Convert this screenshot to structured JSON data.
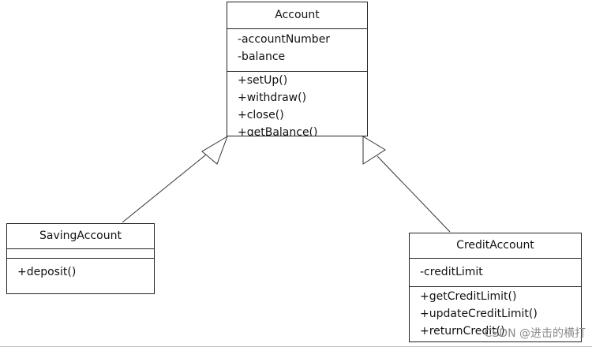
{
  "diagram": {
    "classes": [
      {
        "id": "account",
        "name": "Account",
        "attributes": [
          "-accountNumber",
          "-balance"
        ],
        "methods": [
          "+setUp()",
          "+withdraw()",
          "+close()",
          "+getBalance()"
        ]
      },
      {
        "id": "saving",
        "name": "SavingAccount",
        "attributes": [],
        "methods": [
          "+deposit()"
        ]
      },
      {
        "id": "credit",
        "name": "CreditAccount",
        "attributes": [
          "-creditLimit"
        ],
        "methods": [
          "+getCreditLimit()",
          "+updateCreditLimit()",
          "+returnCredit()"
        ]
      }
    ],
    "relationships": [
      {
        "type": "generalization",
        "from": "SavingAccount",
        "to": "Account"
      },
      {
        "type": "generalization",
        "from": "CreditAccount",
        "to": "Account"
      }
    ]
  },
  "watermark": "CSDN @进击的横打"
}
